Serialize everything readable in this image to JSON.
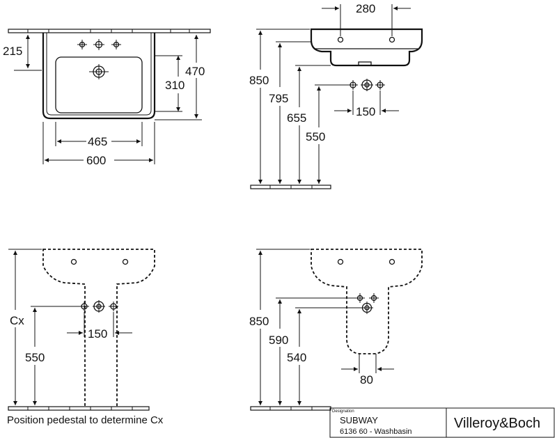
{
  "top_left": {
    "dim_215": "215",
    "dim_470": "470",
    "dim_310": "310",
    "dim_465": "465",
    "dim_600": "600"
  },
  "top_right": {
    "dim_280": "280",
    "dim_850": "850",
    "dim_795": "795",
    "dim_655": "655",
    "dim_550": "550",
    "dim_150": "150"
  },
  "bottom_left": {
    "dim_cx": "Cx",
    "dim_550": "550",
    "dim_150": "150",
    "note": "Position pedestal to determine Cx"
  },
  "bottom_right": {
    "dim_850": "850",
    "dim_590": "590",
    "dim_540": "540",
    "dim_80": "80"
  },
  "title_block": {
    "designation_label": "Designation",
    "product_name": "SUBWAY",
    "product_desc": "6136 60 - Washbasin",
    "brand": "Villeroy&Boch"
  }
}
